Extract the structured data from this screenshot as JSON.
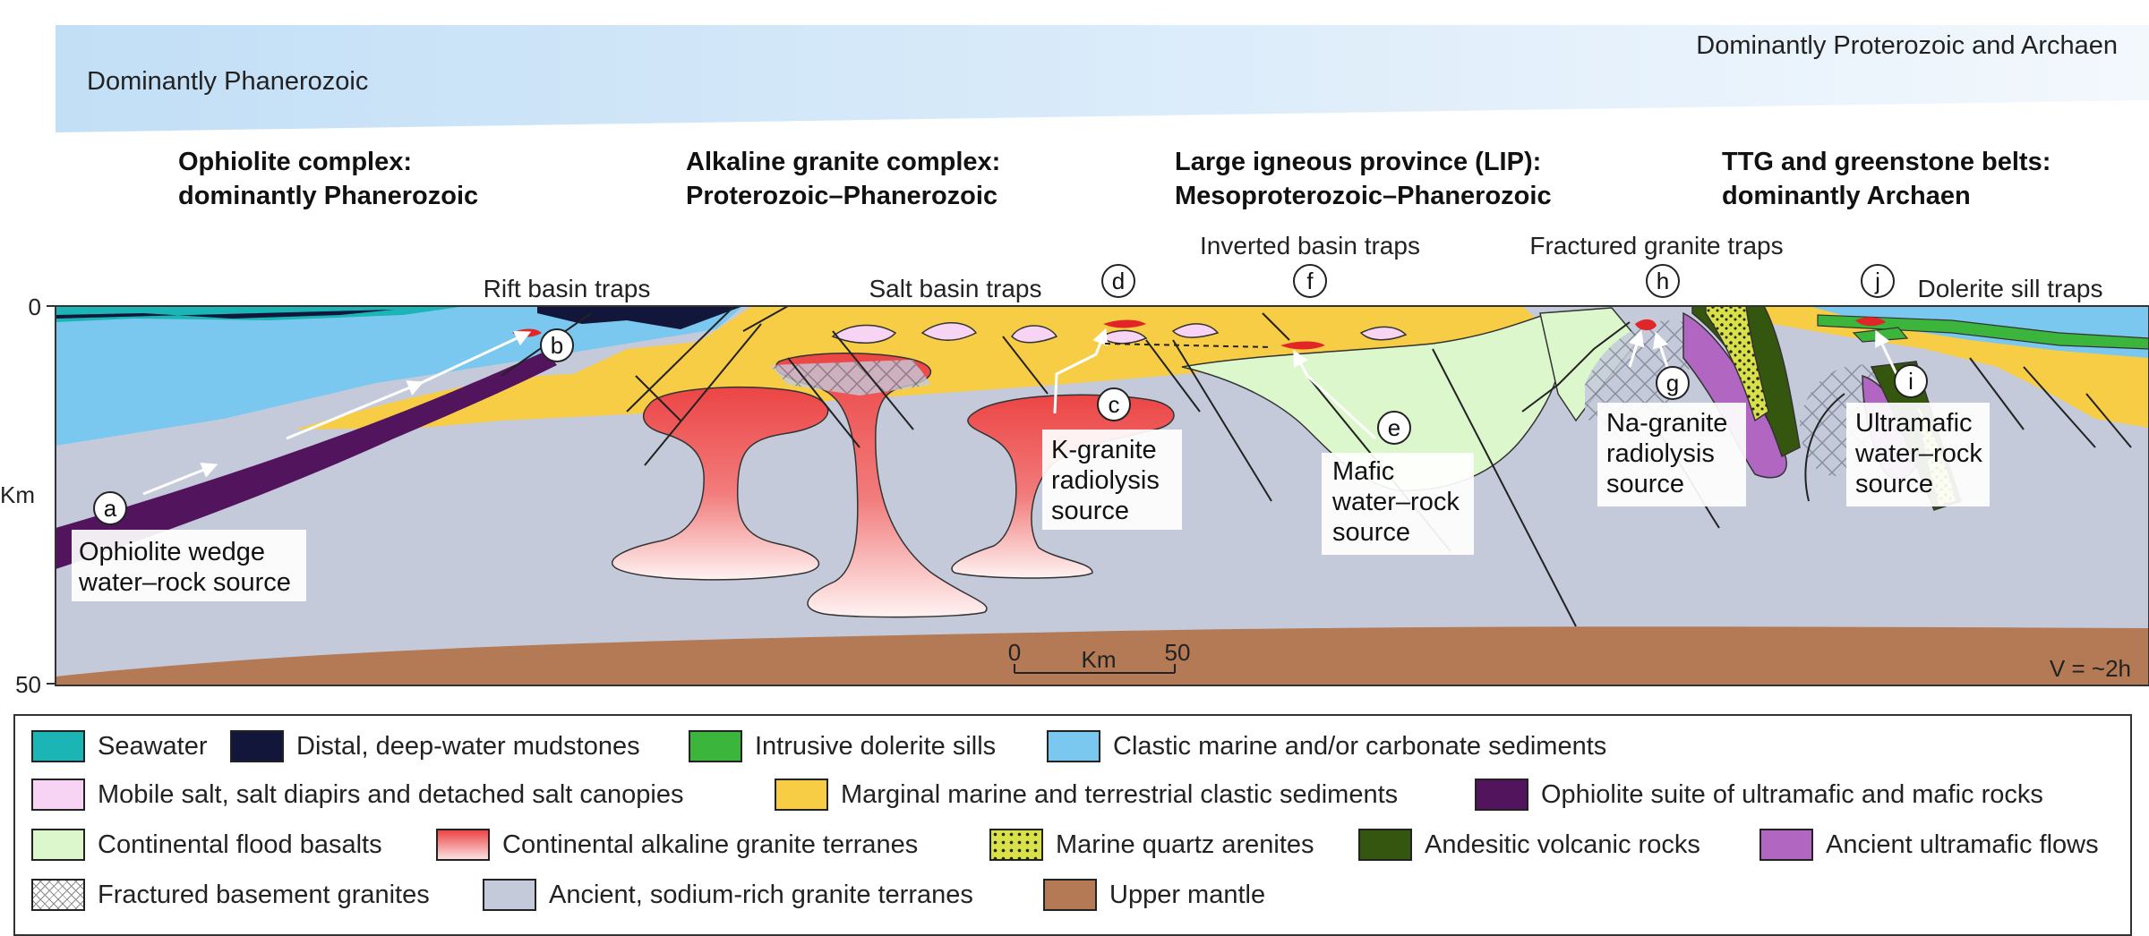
{
  "banner": {
    "left": "Dominantly Phanerozoic",
    "right": "Dominantly Proterozoic and Archaen"
  },
  "sections": [
    {
      "line1": "Ophiolite complex:",
      "line2": "dominantly Phanerozoic"
    },
    {
      "line1": "Alkaline granite complex:",
      "line2": "Proterozoic–Phanerozoic"
    },
    {
      "line1": "Large igneous province (LIP):",
      "line2": "Mesoproterozoic–Phanerozoic"
    },
    {
      "line1": "TTG and greenstone belts:",
      "line2": "dominantly Archaen"
    }
  ],
  "traps": {
    "rift": "Rift basin traps",
    "salt": "Salt basin traps",
    "inverted": "Inverted basin traps",
    "fractured": "Fractured granite traps",
    "dolerite": "Dolerite sill traps"
  },
  "markers": [
    "a",
    "b",
    "c",
    "d",
    "e",
    "f",
    "g",
    "h",
    "i",
    "j"
  ],
  "sources": {
    "a": [
      "Ophiolite wedge",
      "water–rock source"
    ],
    "c": [
      "K-granite",
      "radiolysis",
      "source"
    ],
    "e": [
      "Mafic",
      "water–rock",
      "source"
    ],
    "g": [
      "Na-granite",
      "radiolysis",
      "source"
    ],
    "i": [
      "Ultramafic",
      "water–rock",
      "source"
    ]
  },
  "depth_axis": {
    "top": "0",
    "bottom": "50",
    "unit": "Km"
  },
  "scale_bar": {
    "start": "0",
    "end": "50",
    "unit": "Km"
  },
  "vertical_exaggeration": "V = ~2h",
  "legend": [
    {
      "label": "Seawater",
      "color": "#1bb5b5"
    },
    {
      "label": "Distal, deep-water mudstones",
      "color": "#12163a"
    },
    {
      "label": "Intrusive dolerite sills",
      "color": "#3bb53b"
    },
    {
      "label": "Clastic marine and/or carbonate sediments",
      "color": "#7ac8f0"
    },
    {
      "label": "Mobile salt, salt diapirs and detached salt canopies",
      "color": "#f7d4f4"
    },
    {
      "label": "Marginal marine and terrestrial clastic sediments",
      "color": "#f8cd46"
    },
    {
      "label": "Ophiolite suite of ultramafic and mafic rocks",
      "color": "#53145e"
    },
    {
      "label": "Continental flood basalts",
      "color": "#dcf7cc"
    },
    {
      "label": "Continental alkaline granite terranes",
      "color": "#ec4545"
    },
    {
      "label": "Marine quartz arenites",
      "color": "#d9e04a"
    },
    {
      "label": "Andesitic volcanic rocks",
      "color": "#34560e"
    },
    {
      "label": "Ancient ultramafic flows",
      "color": "#b167c2"
    },
    {
      "label": "Fractured basement granites",
      "color": "#ffffff"
    },
    {
      "label": "Ancient, sodium-rich granite terranes",
      "color": "#c5cadb"
    },
    {
      "label": "Upper mantle",
      "color": "#b37a55"
    }
  ]
}
